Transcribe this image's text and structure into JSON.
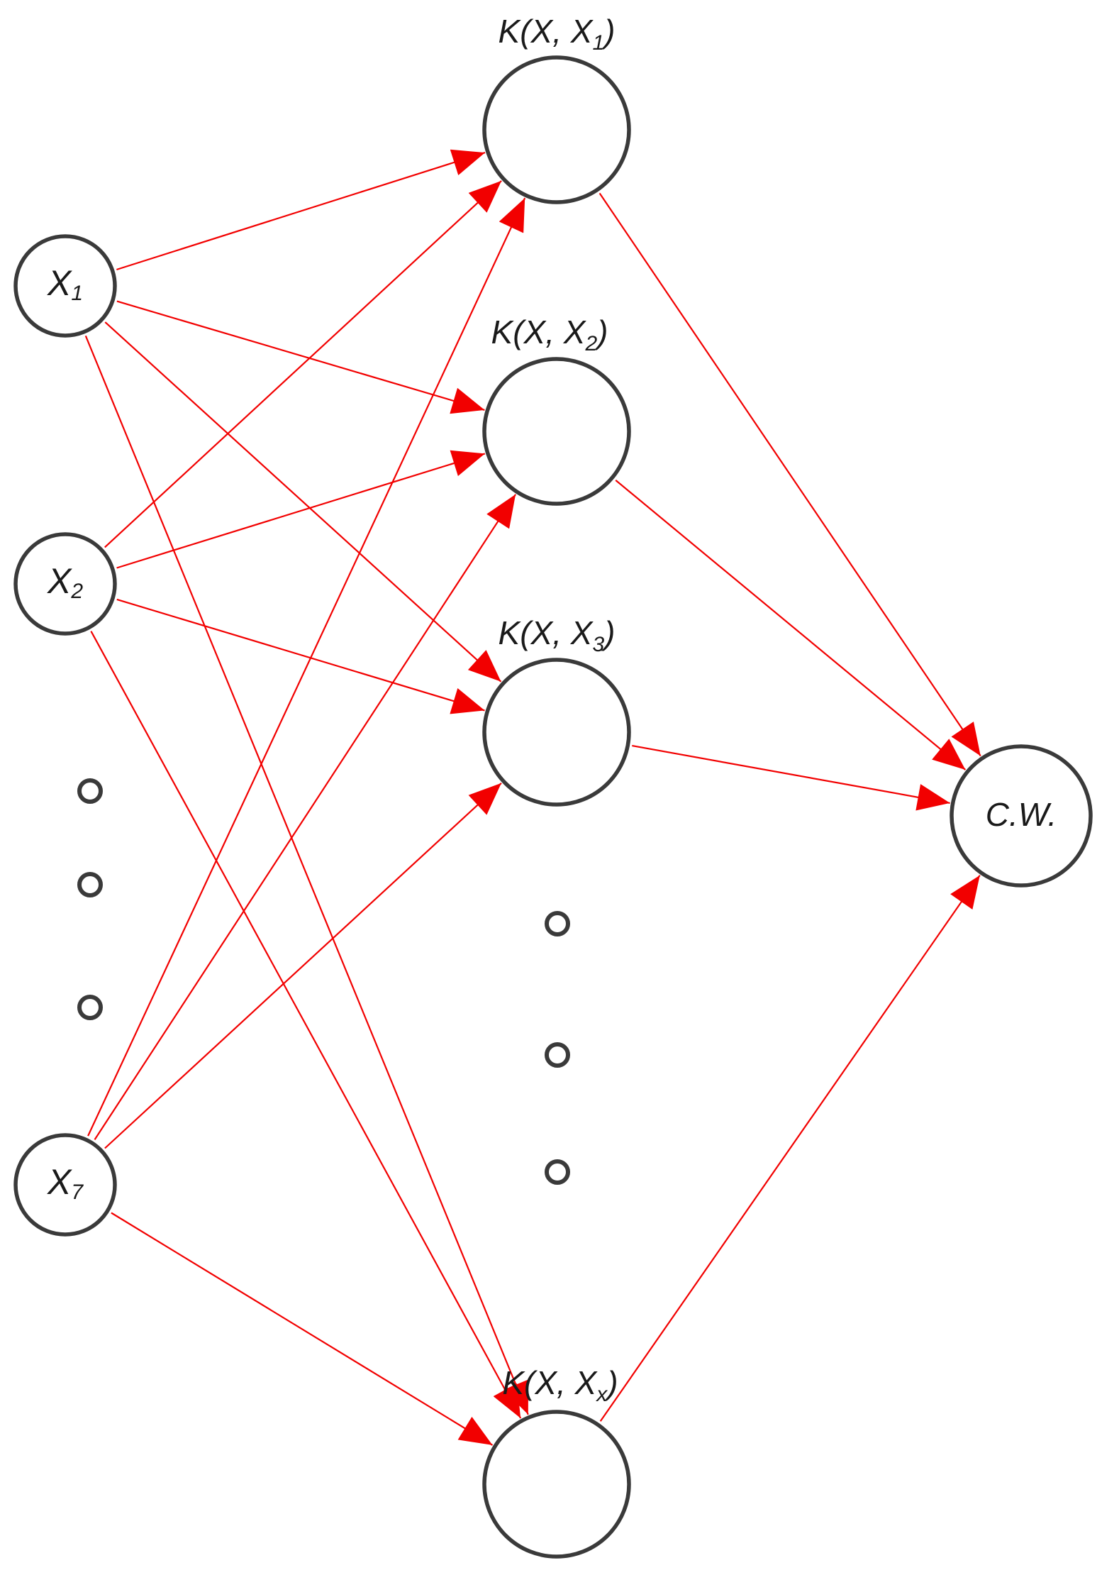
{
  "diagram": {
    "input_nodes": [
      {
        "id": "x1",
        "main": "X",
        "sub": "1"
      },
      {
        "id": "x2",
        "main": "X",
        "sub": "2"
      },
      {
        "id": "x7",
        "main": "X",
        "sub": "7"
      }
    ],
    "hidden_nodes": [
      {
        "id": "k1",
        "pre": "K(X, X",
        "sub": "1",
        "post": ")"
      },
      {
        "id": "k2",
        "pre": "K(X, X",
        "sub": "2",
        "post": ")"
      },
      {
        "id": "k3",
        "pre": "K(X, X",
        "sub": "3",
        "post": ")"
      },
      {
        "id": "kx",
        "pre": "K(X, X",
        "sub": "x",
        "post": ")"
      }
    ],
    "output_node": {
      "id": "cw",
      "label": "C.W."
    },
    "edge_color": "#f20000",
    "node_stroke_color": "#3a3a3a",
    "edges": [
      [
        "x1",
        "k1"
      ],
      [
        "x1",
        "k2"
      ],
      [
        "x1",
        "k3"
      ],
      [
        "x1",
        "kx"
      ],
      [
        "x2",
        "k1"
      ],
      [
        "x2",
        "k2"
      ],
      [
        "x2",
        "k3"
      ],
      [
        "x2",
        "kx"
      ],
      [
        "x7",
        "k1"
      ],
      [
        "x7",
        "k2"
      ],
      [
        "x7",
        "k3"
      ],
      [
        "x7",
        "kx"
      ],
      [
        "k1",
        "cw"
      ],
      [
        "k2",
        "cw"
      ],
      [
        "k3",
        "cw"
      ],
      [
        "kx",
        "cw"
      ]
    ]
  }
}
